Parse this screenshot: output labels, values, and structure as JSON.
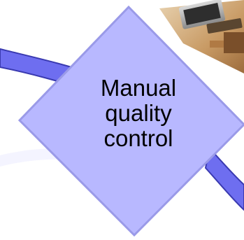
{
  "decision_node": {
    "lines": [
      "Manual",
      "quality",
      "control"
    ]
  },
  "colors": {
    "diamond_fill": "#B8B8FF",
    "diamond_stroke": "#9A9AE8",
    "arrow_fill": "#6E6EF0",
    "arrow_stroke": "#3A3AB0"
  },
  "photo": {
    "icon": "computer-desk-photo"
  }
}
